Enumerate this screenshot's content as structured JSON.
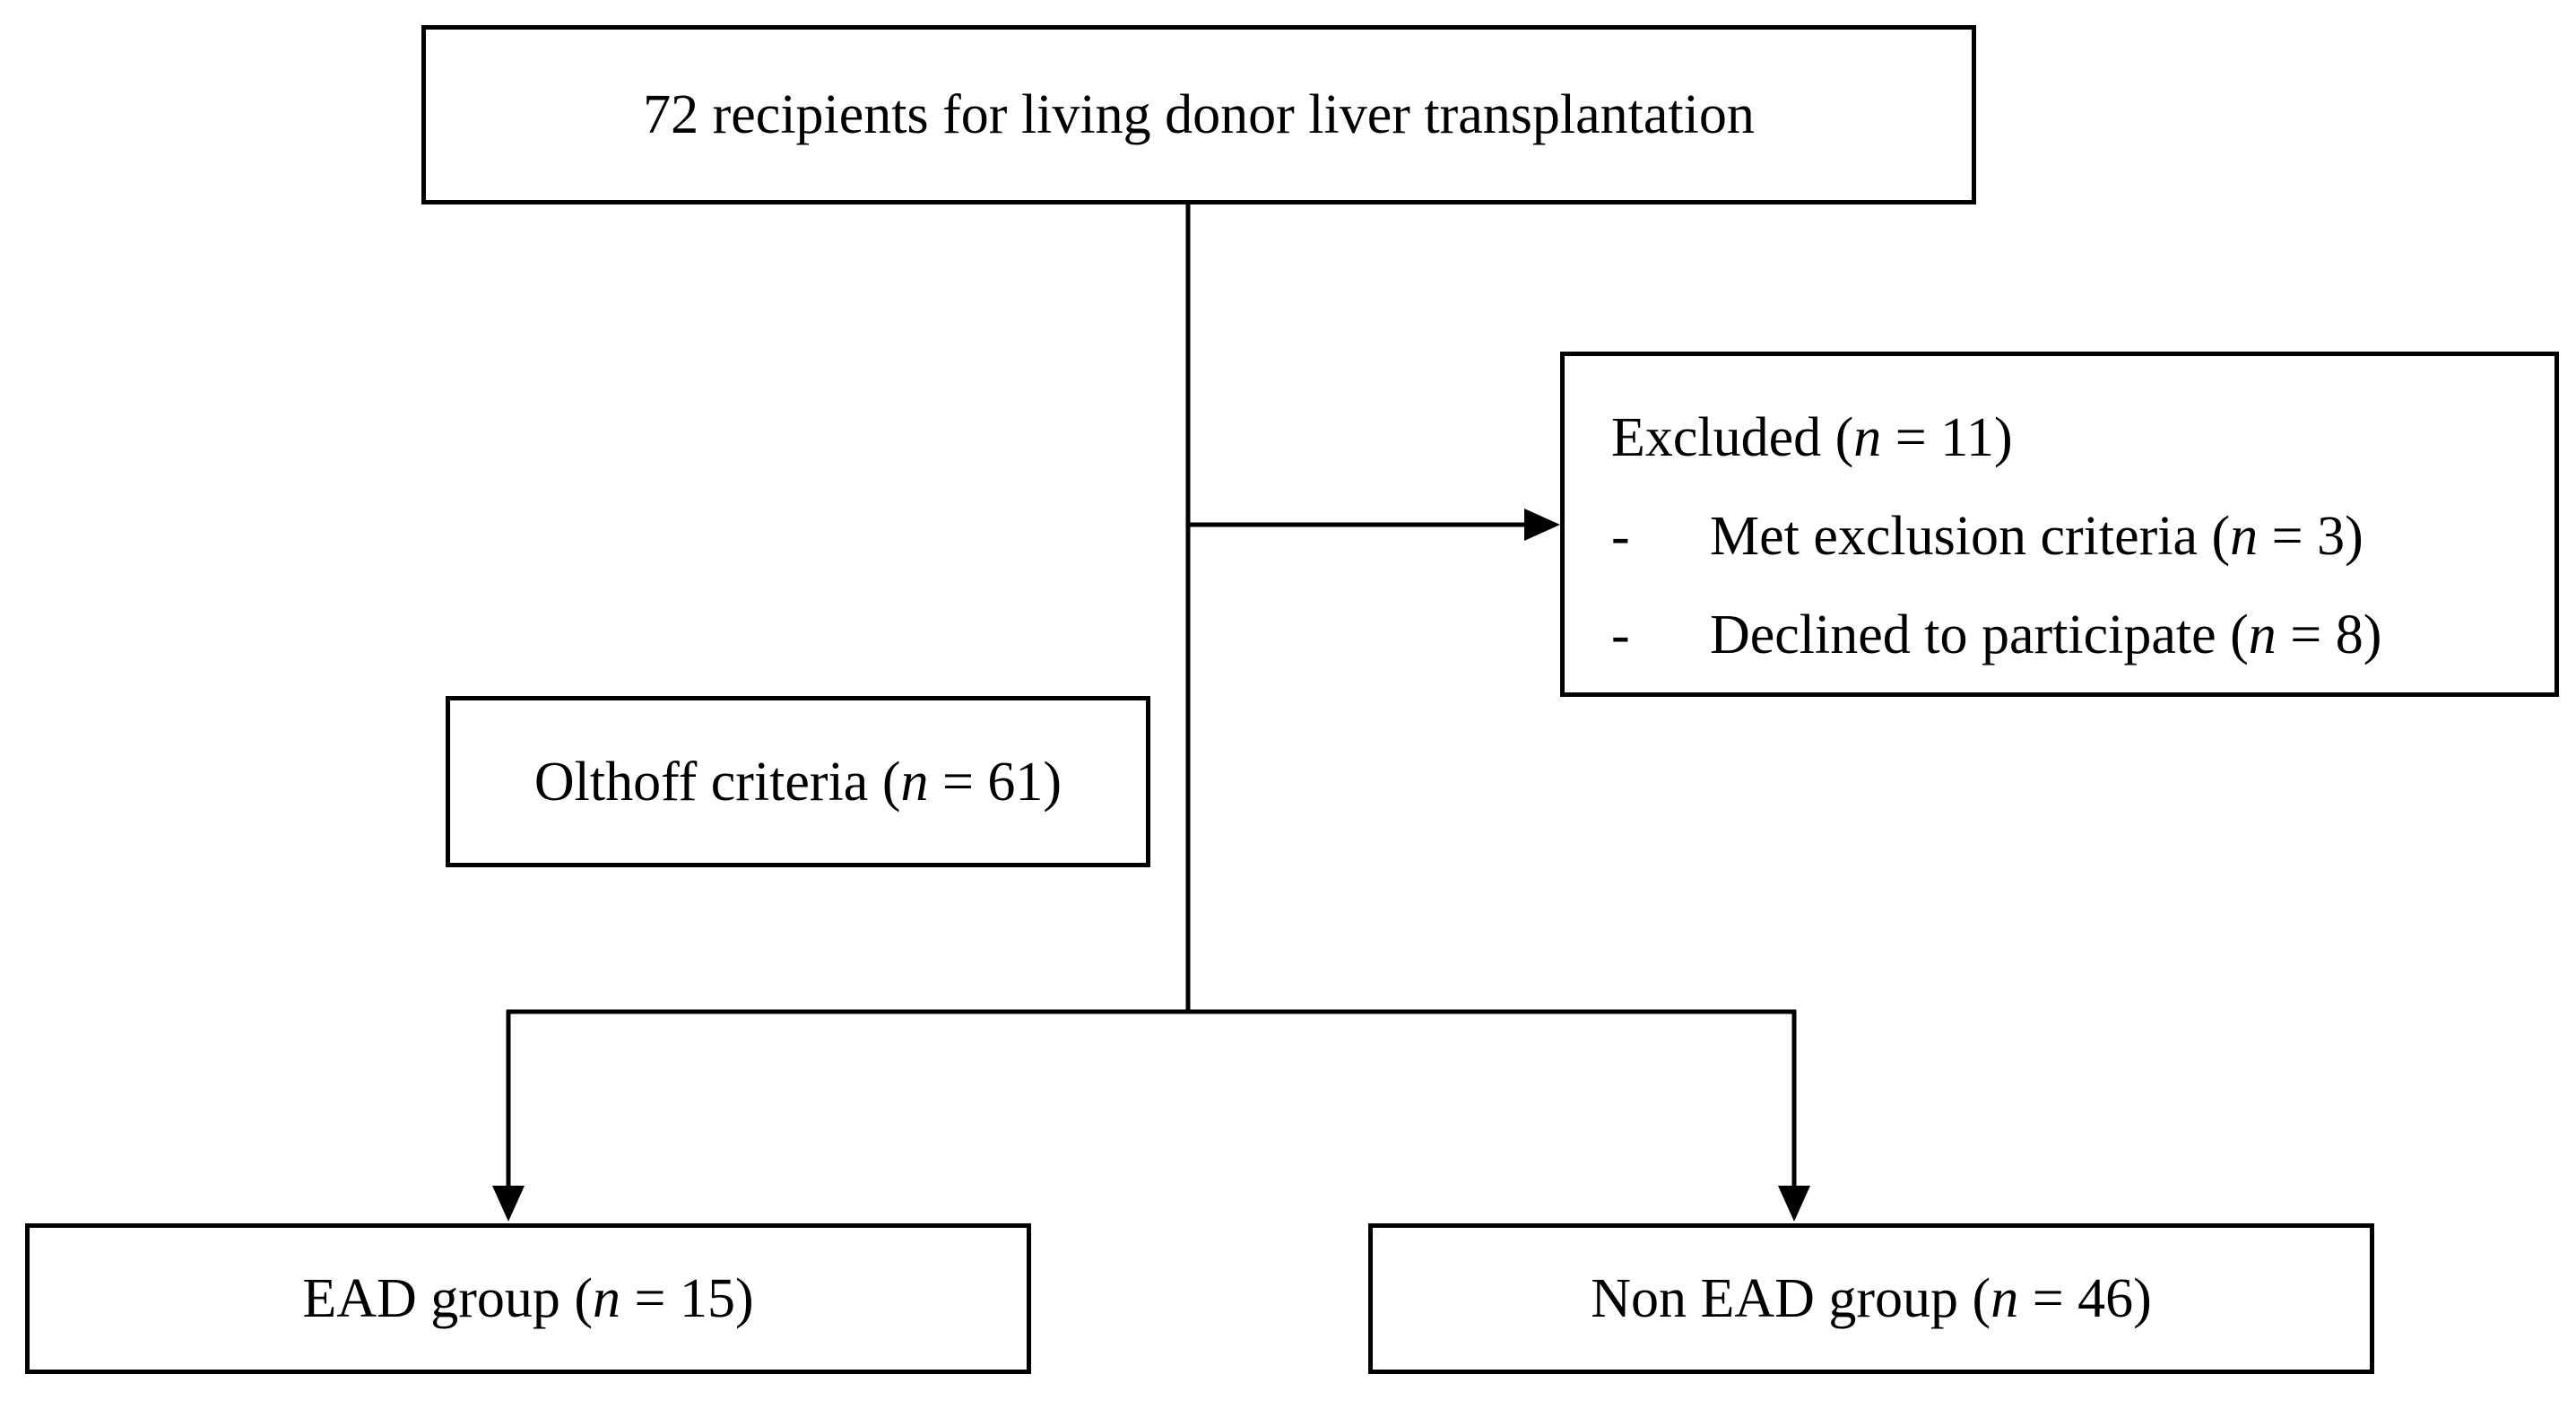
{
  "nodes": {
    "top": {
      "label": "72 recipients for living donor liver transplantation"
    },
    "excluded": {
      "title": "Excluded (",
      "title_n": "n",
      "title_rest": " = 11)",
      "items": [
        {
          "bullet": "-",
          "text": "Met exclusion criteria (",
          "n": "n",
          "rest": " = 3)"
        },
        {
          "bullet": "-",
          "text": "Declined to participate (",
          "n": "n",
          "rest": " = 8)"
        }
      ]
    },
    "olthoff": {
      "text": "Olthoff criteria (",
      "n": "n",
      "rest": " = 61)"
    },
    "ead": {
      "text": "EAD group (",
      "n": "n",
      "rest": " = 15)"
    },
    "nonead": {
      "text": "Non EAD group (",
      "n": "n",
      "rest": " = 46)"
    }
  },
  "colors": {
    "stroke": "#000000",
    "background": "#ffffff"
  }
}
